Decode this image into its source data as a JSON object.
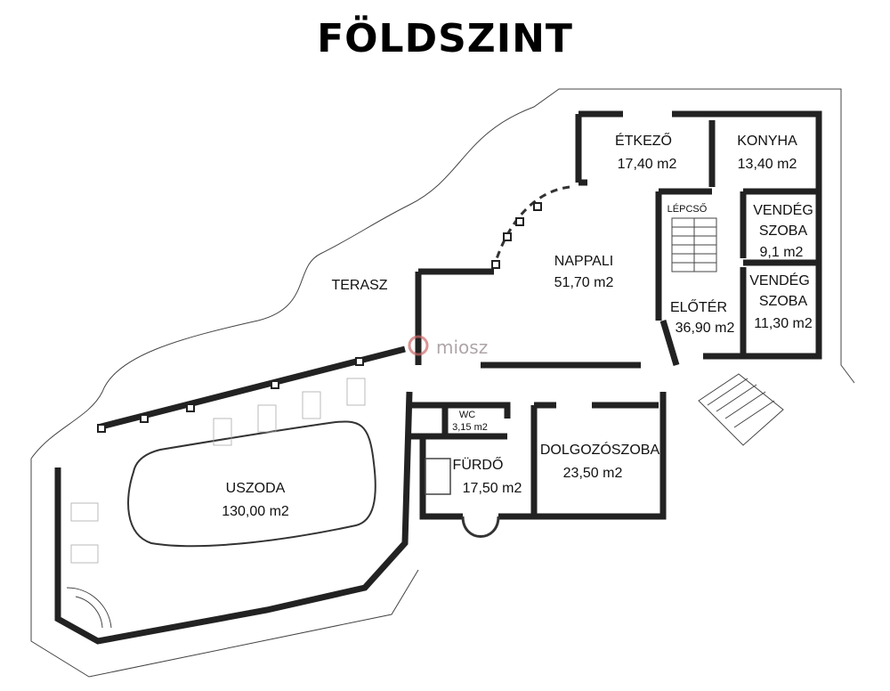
{
  "title": "FÖLDSZINT",
  "watermark": "miosz",
  "rooms": {
    "etkezo": {
      "name": "ÉTKEZŐ",
      "area": "17,40 m2"
    },
    "konyha": {
      "name": "KONYHA",
      "area": "13,40 m2"
    },
    "vendeg1": {
      "name1": "VENDÉG",
      "name2": "SZOBA",
      "area": "9,1 m2"
    },
    "vendeg2": {
      "name1": "VENDÉG",
      "name2": "SZOBA",
      "area": "11,30 m2"
    },
    "lepcso": {
      "name": "LÉPCSŐ"
    },
    "nappali": {
      "name": "NAPPALI",
      "area": "51,70 m2"
    },
    "eloter": {
      "name": "ELŐTÉR",
      "area": "36,90 m2"
    },
    "terasz": {
      "name": "TERASZ"
    },
    "wc": {
      "name": "WC",
      "area": "3,15 m2"
    },
    "furdo": {
      "name": "FÜRDŐ",
      "area": "17,50 m2"
    },
    "dolgozo": {
      "name": "DOLGOZÓSZOBA",
      "area": "23,50 m2"
    },
    "uszoda": {
      "name": "USZODA",
      "area": "130,00 m2"
    }
  }
}
